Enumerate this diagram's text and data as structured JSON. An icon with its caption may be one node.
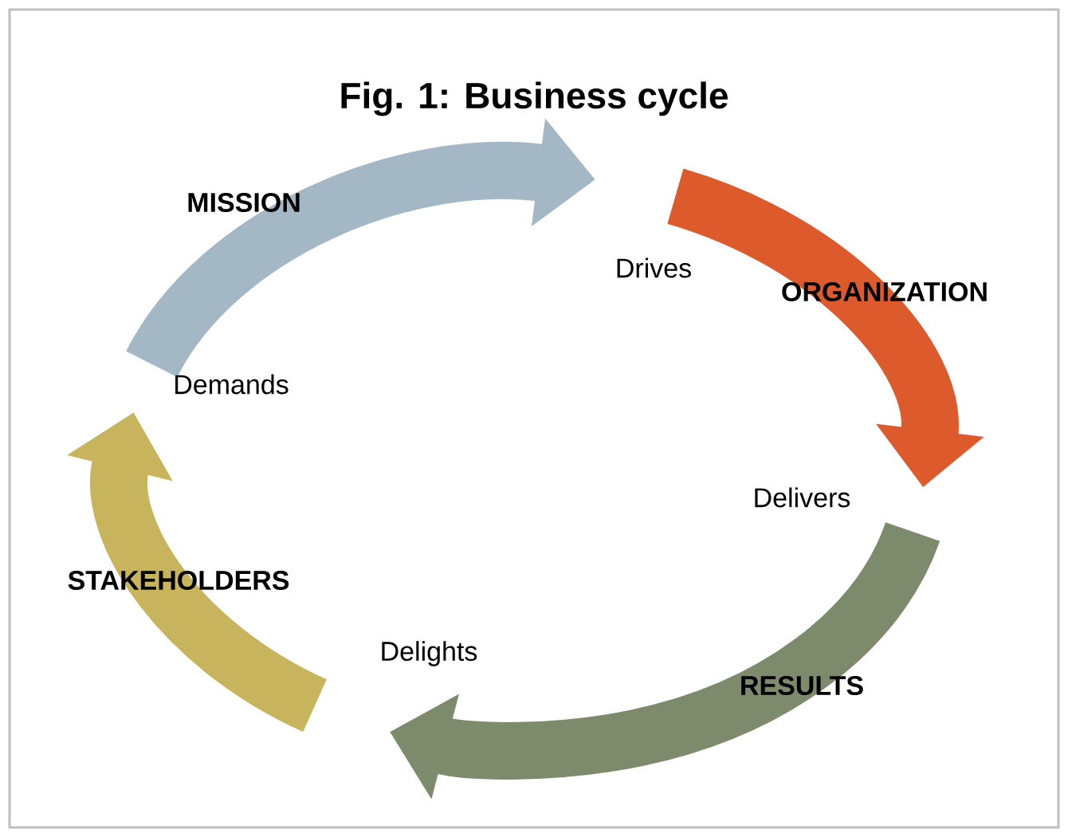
{
  "diagram": {
    "title": "Fig. 1: Business cycle",
    "nodes": [
      {
        "text": [
          "MISSION"
        ]
      },
      {
        "text": [
          "ORGANIZATION"
        ]
      },
      {
        "text": [
          "RESULTS"
        ]
      },
      {
        "text": [
          "STAKEHOLDERS"
        ]
      }
    ],
    "labels": [
      "Drives",
      "Demands",
      "Delivers",
      "Delights"
    ]
  }
}
